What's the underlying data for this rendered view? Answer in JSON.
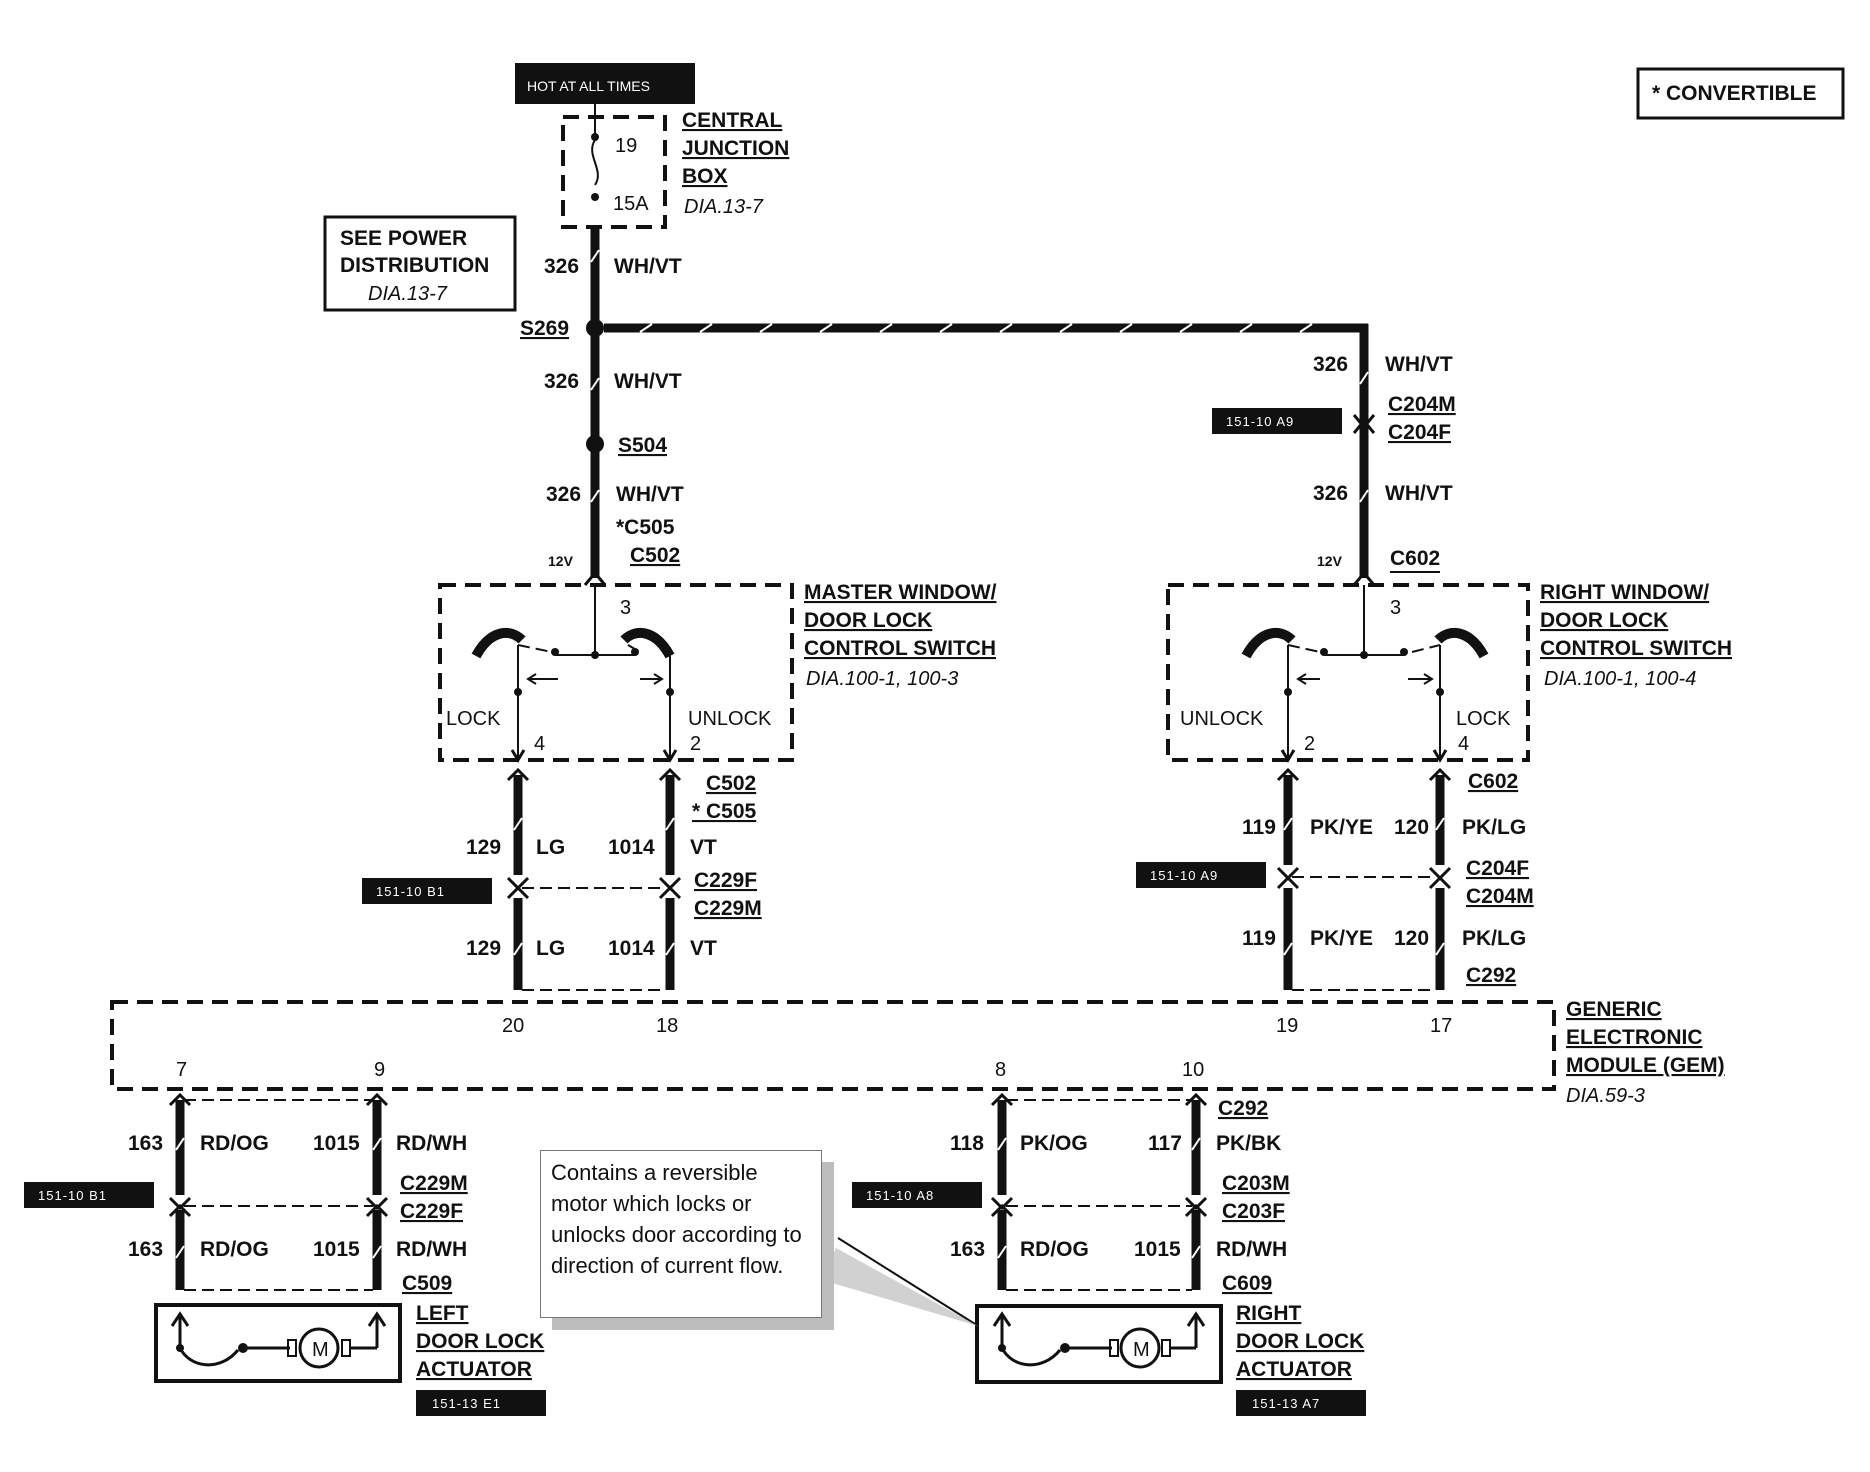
{
  "legend": {
    "convertible": "* CONVERTIBLE"
  },
  "hot_label": "HOT AT ALL TIMES",
  "cjb": {
    "line1": "CENTRAL",
    "line2": "JUNCTION",
    "line3": "BOX",
    "ref": "DIA.13-7",
    "fuse_num": "19",
    "fuse_amp": "15A"
  },
  "power_dist": {
    "line1": "SEE POWER",
    "line2": "DISTRIBUTION",
    "ref": "DIA.13-7"
  },
  "wires": {
    "circuit_326": "326",
    "color_whvt": "WH/VT"
  },
  "splices": {
    "s269": "S269",
    "s504": "S504"
  },
  "connectors": {
    "c505_star": "*C505",
    "c505_star_b": "* C505",
    "c502": "C502",
    "c602": "C602",
    "c204m": "C204M",
    "c204f": "C204F",
    "c229f": "C229F",
    "c229m": "C229M",
    "c292": "C292",
    "c203m": "C203M",
    "c203f": "C203F",
    "c509": "C509",
    "c609": "C609"
  },
  "voltage": "12V",
  "master_switch": {
    "line1": "MASTER WINDOW/",
    "line2": "DOOR LOCK",
    "line3": "CONTROL SWITCH",
    "ref": "DIA.100-1, 100-3",
    "lock": "LOCK",
    "unlock": "UNLOCK",
    "pin_top": "3",
    "pin_lock": "4",
    "pin_unlock": "2"
  },
  "right_switch": {
    "line1": "RIGHT WINDOW/",
    "line2": "DOOR LOCK",
    "line3": "CONTROL SWITCH",
    "ref": "DIA.100-1, 100-4",
    "lock": "LOCK",
    "unlock": "UNLOCK",
    "pin_top": "3",
    "pin_lock": "4",
    "pin_unlock": "2"
  },
  "left_pair": {
    "c1": "129",
    "col1": "LG",
    "c2": "1014",
    "col2": "VT"
  },
  "right_pair": {
    "c1": "119",
    "col1": "PK/YE",
    "c2": "120",
    "col2": "PK/LG"
  },
  "gem": {
    "line1": "GENERIC",
    "line2": "ELECTRONIC",
    "line3": "MODULE (GEM)",
    "ref": "DIA.59-3",
    "pins": {
      "p20": "20",
      "p18": "18",
      "p19": "19",
      "p17": "17",
      "p7": "7",
      "p9": "9",
      "p8": "8",
      "p10": "10"
    }
  },
  "lower_left": {
    "c1": "163",
    "col1": "RD/OG",
    "c2": "1015",
    "col2": "RD/WH"
  },
  "lower_right_top": {
    "c1": "118",
    "col1": "PK/OG",
    "c2": "117",
    "col2": "PK/BK"
  },
  "lower_right_bot": {
    "c1": "163",
    "col1": "RD/OG",
    "c2": "1015",
    "col2": "RD/WH"
  },
  "left_actuator": {
    "line1": "LEFT",
    "line2": "DOOR LOCK",
    "line3": "ACTUATOR",
    "motor": "M"
  },
  "right_actuator": {
    "line1": "RIGHT",
    "line2": "DOOR LOCK",
    "line3": "ACTUATOR",
    "motor": "M"
  },
  "tags": {
    "t1": "151-10 A9",
    "t2": "151-10 B1",
    "t3": "151-10 A9",
    "t4": "151-10 B1",
    "t5": "151-10 A8",
    "t6": "151-13 E1",
    "t7": "151-13 A7"
  },
  "note": "Contains a reversible motor which locks or unlocks door according to direction of current flow."
}
